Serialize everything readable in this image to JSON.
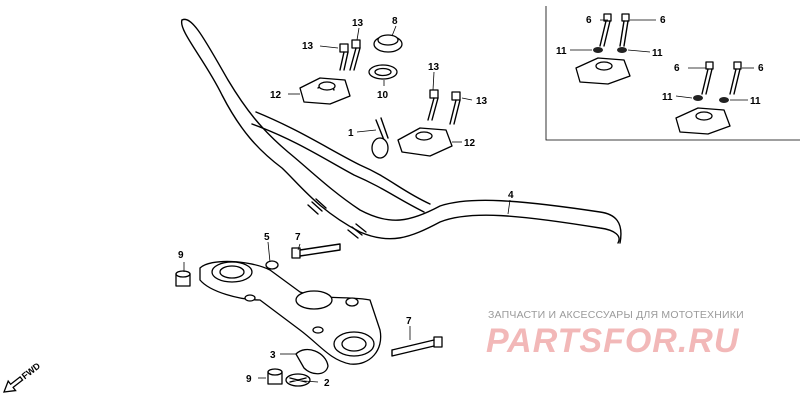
{
  "diagram": {
    "labels": {
      "p1": "1",
      "p2": "2",
      "p3": "3",
      "p4": "4",
      "p5": "5",
      "p6a": "6",
      "p6b": "6",
      "p6c": "6",
      "p6d": "6",
      "p7a": "7",
      "p7b": "7",
      "p8": "8",
      "p9a": "9",
      "p9b": "9",
      "p10": "10",
      "p11a": "11",
      "p11b": "11",
      "p11c": "11",
      "p11d": "11",
      "p12a": "12",
      "p12b": "12",
      "p13a": "13",
      "p13b": "13",
      "p13c": "13",
      "p13d": "13"
    },
    "fwd_label": "FWD"
  },
  "watermark": {
    "caption": "ЗАПЧАСТИ И АКСЕССУАРЫ ДЛЯ МОТОТЕХНИКИ",
    "logo": "PARTSFOR.RU",
    "color": "#e88a8a"
  }
}
